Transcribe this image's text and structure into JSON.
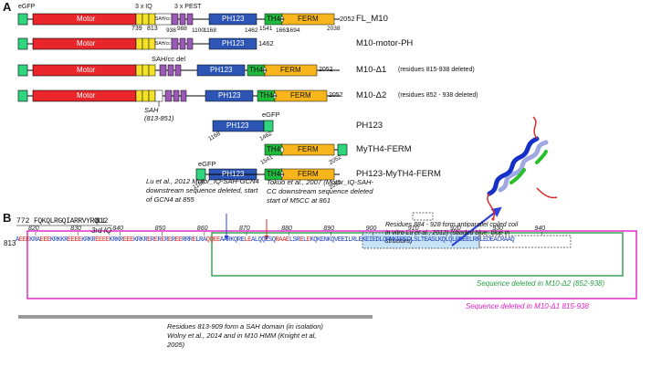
{
  "panel_a": {
    "letter": "A",
    "header_labels": {
      "egfp": "eGFP",
      "iq": "3 x IQ",
      "pest": "3 x PEST"
    },
    "rows": [
      {
        "name": "FL_M10",
        "note": "",
        "end": "2052"
      },
      {
        "name": "M10-motor-PH",
        "note": "",
        "end": "1462"
      },
      {
        "name": "M10-Δ1",
        "note": "(residues 815-938 deleted)",
        "end": "2052"
      },
      {
        "name": "M10-Δ2",
        "note": "(residues 852 - 938 deleted)",
        "end": "2052"
      },
      {
        "name": "PH123",
        "note": "",
        "end": ""
      },
      {
        "name": "MyTH4-FERM",
        "note": "",
        "end": ""
      },
      {
        "name": "PH123-MyTH4-FERM",
        "note": "",
        "end": ""
      }
    ],
    "domain_labels": {
      "motor": "Motor",
      "sah": "SAH/cc",
      "ph": "PH123",
      "th4": "TH4",
      "ferm": "FERM",
      "egfp": "eGFP",
      "sahcc_del": "SAH/cc del",
      "sah_small": "SAH",
      "sah_range": "(813-851)"
    },
    "fl_numbers": [
      "739",
      "813",
      "938",
      "988",
      "1100",
      "1168",
      "1462",
      "1541",
      "1663",
      "1694",
      "2038"
    ],
    "ph123_numbers": [
      "1168",
      "1462"
    ],
    "myth4_numbers": [
      "1541",
      "2052"
    ],
    "phm_numbers": [
      "1168",
      "2052"
    ],
    "colors": {
      "motor": "#e8262b",
      "iq": "#f3e229",
      "sah": "#ffffff",
      "pest": "#9a59b5",
      "ph": "#2d55b5",
      "th4": "#1fba3d",
      "ferm": "#f9b51c",
      "egfp": "#2fd67f",
      "seq_blue": "#1f3fbf",
      "seq_red": "#d4302b",
      "box_magenta": "#e020c8",
      "box_green": "#2aa04a",
      "highlight": "#b9dcf5"
    }
  },
  "panel_b": {
    "letter": "B",
    "iq_seq": {
      "start": "772",
      "seq": "FQKQLRGQIARRVYRQLL",
      "end": "812",
      "label": "3rd IQ"
    },
    "notes": {
      "lu2012": "Lu et al., 2012 Motor_IQ-SAH-GCN4 downstream sequence deleted, start of GCN4 at 855",
      "tokuo": "Tokuo et al., 2007 (Motor_IQ-SAH-CC downstream sequence deleted start of M5CC at 861",
      "residues884": "Residues 884 - 928 form antiparallel coiled coil in vitro Lu et al., 2012) (shaded blue: blue in structure)",
      "d2": "Sequence deleted in M10-Δ2 (852-938)",
      "d1": "Sequence deleted in M10-Δ1  815-938",
      "sah": "Residues 813-909 form a SAH domain (in isolation) Wolny et al., 2014 and in M10 HMM  (Knight et al, 2005)"
    },
    "ticks": [
      "820",
      "830",
      "840",
      "850",
      "860",
      "870",
      "880",
      "890",
      "900",
      "910",
      "920",
      "930",
      "940"
    ],
    "seq_start": "813",
    "sequence_segments": [
      {
        "t": "A",
        "c": "b"
      },
      {
        "t": "EEE",
        "c": "r"
      },
      {
        "t": "KRA",
        "c": "b"
      },
      {
        "t": "EEE",
        "c": "r"
      },
      {
        "t": "KRKKR",
        "c": "b"
      },
      {
        "t": "EEEE",
        "c": "r"
      },
      {
        "t": "KRKR",
        "c": "b"
      },
      {
        "t": "EEEE",
        "c": "r"
      },
      {
        "t": "KRKR",
        "c": "b"
      },
      {
        "t": "EEE",
        "c": "r"
      },
      {
        "t": "KRKR",
        "c": "b"
      },
      {
        "t": "E",
        "c": "r"
      },
      {
        "t": "R",
        "c": "b"
      },
      {
        "t": "E",
        "c": "r"
      },
      {
        "t": "R",
        "c": "b"
      },
      {
        "t": "E",
        "c": "r"
      },
      {
        "t": "R",
        "c": "b"
      },
      {
        "t": "E",
        "c": "r"
      },
      {
        "t": "R",
        "c": "b"
      },
      {
        "t": "EE",
        "c": "r"
      },
      {
        "t": "RRR",
        "c": "b"
      },
      {
        "t": "E",
        "c": "r"
      },
      {
        "t": "LR",
        "c": "b"
      },
      {
        "t": "A",
        "c": "b"
      },
      {
        "t": "QQEE",
        "c": "r"
      },
      {
        "t": "AARKQRE",
        "c": "b"
      },
      {
        "t": "LE",
        "c": "r"
      },
      {
        "t": "ALQQESQ",
        "c": "b"
      },
      {
        "t": "RAAE",
        "c": "r"
      },
      {
        "t": "LSR",
        "c": "b"
      },
      {
        "t": "E",
        "c": "r"
      },
      {
        "t": "L",
        "c": "b"
      },
      {
        "t": "E",
        "c": "r"
      },
      {
        "t": "KQK",
        "c": "b"
      },
      {
        "t": "ENKQVEE",
        "c": "b"
      },
      {
        "t": "ILRLEKEIEDLQRMKEREQ",
        "c": "b"
      },
      {
        "t": "LSLTEA",
        "c": "b"
      },
      {
        "t": "SLKQLQLRDEE",
        "c": "b"
      },
      {
        "t": "LRRLED",
        "c": "b"
      },
      {
        "t": "EACRAAQ",
        "c": "b"
      }
    ]
  }
}
